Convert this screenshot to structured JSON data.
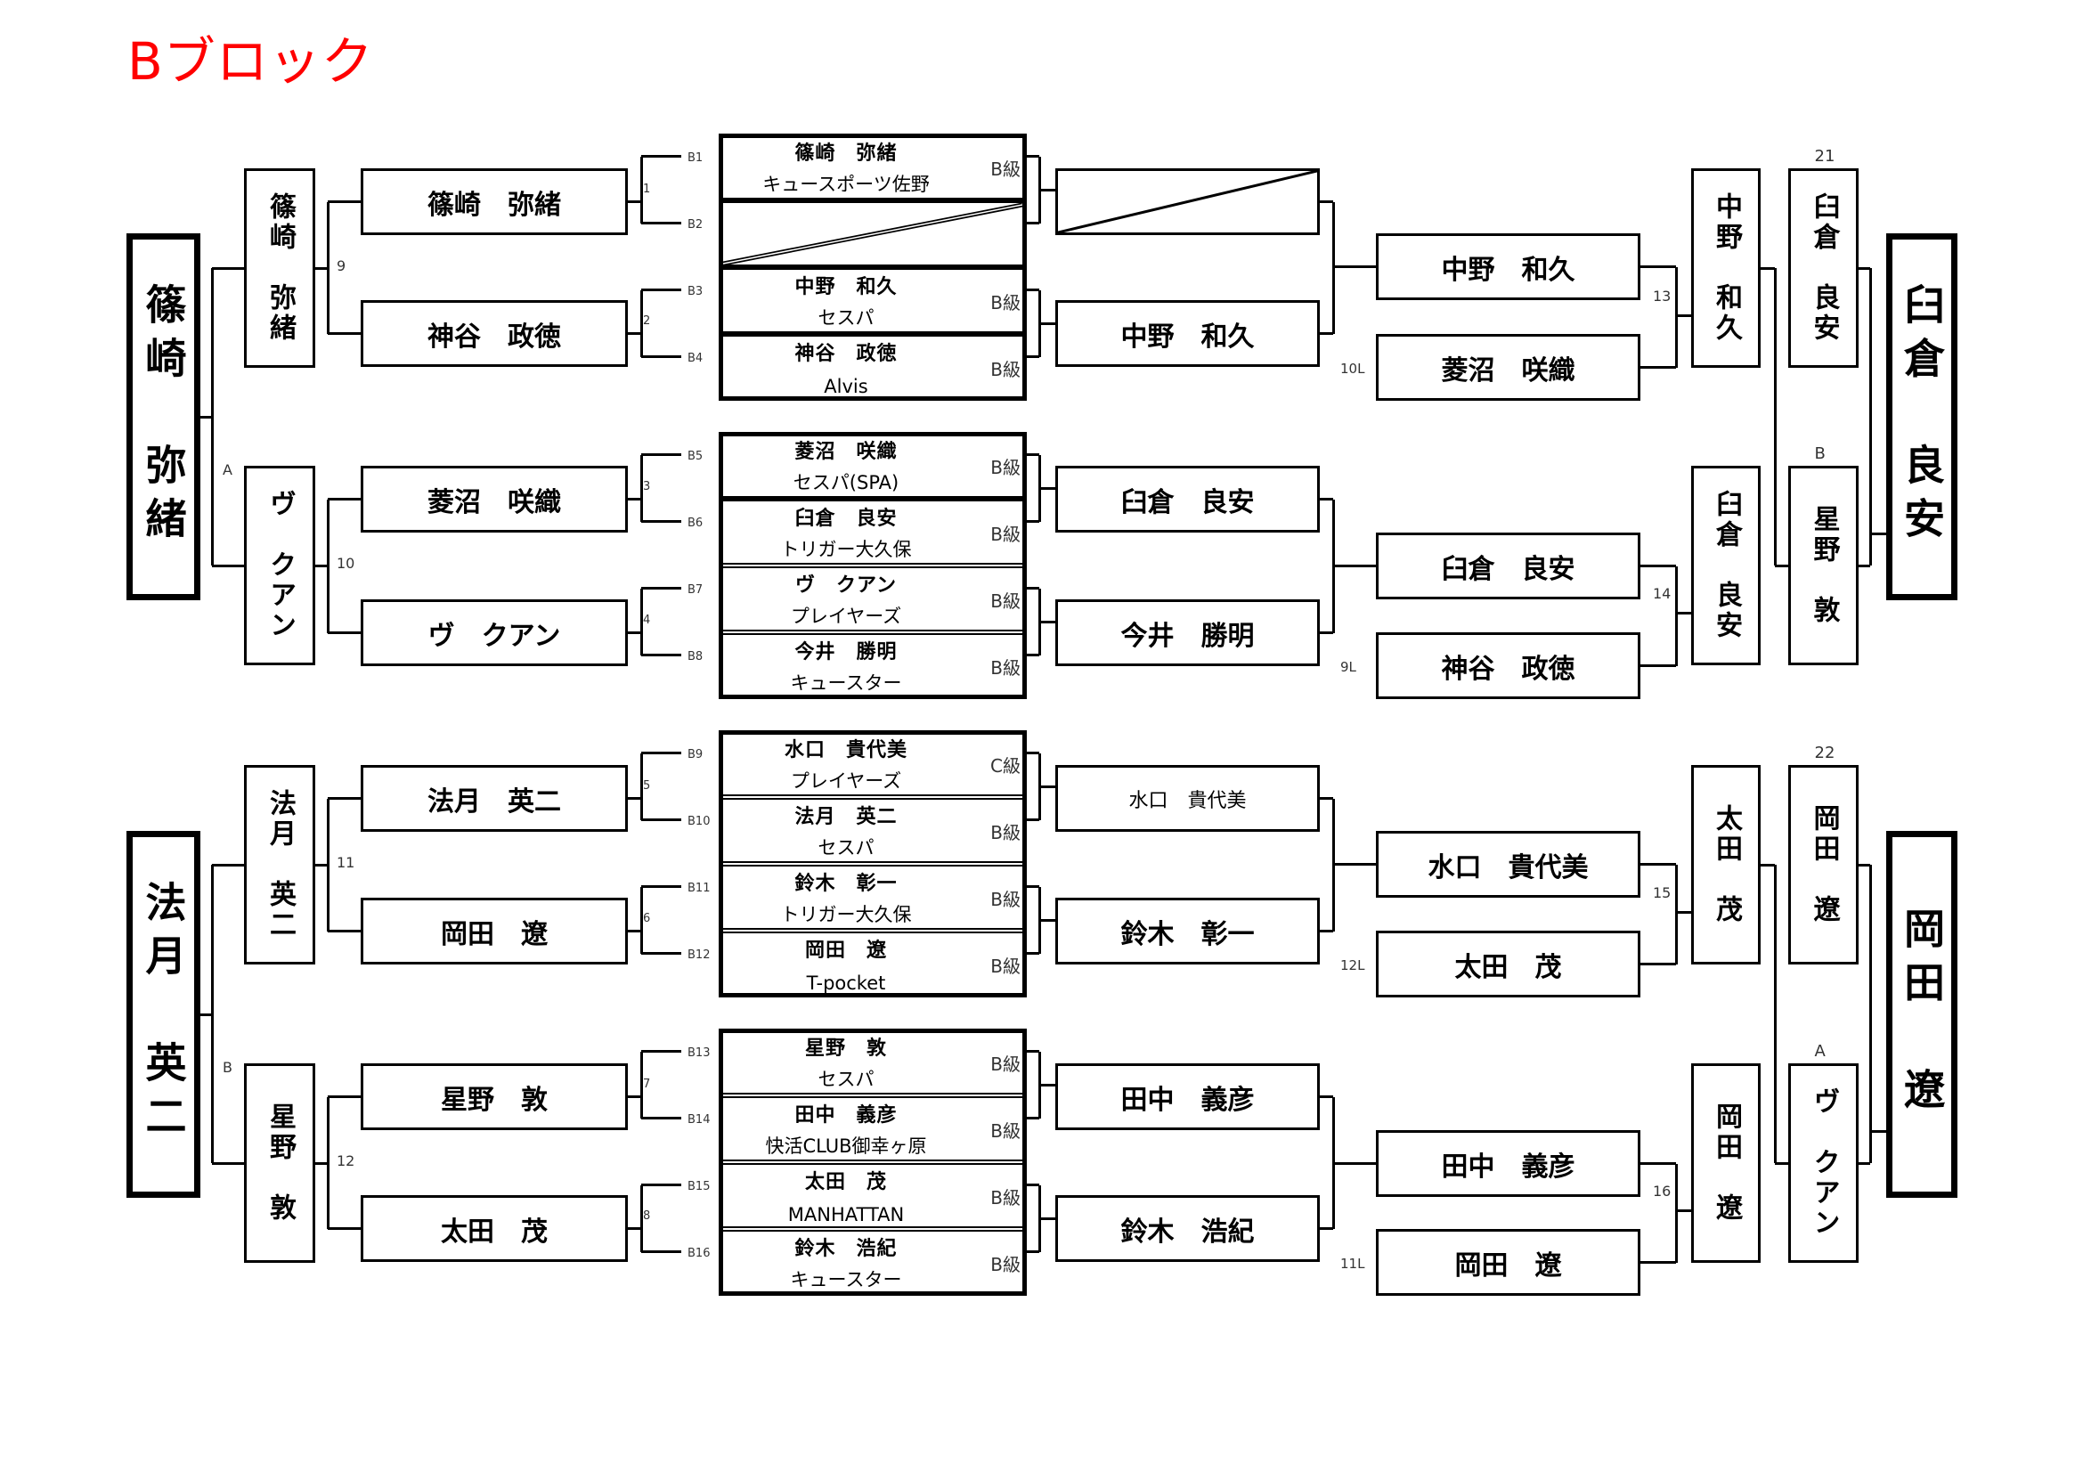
{
  "title": "Bブロック",
  "left_bracket": {
    "finalists": [
      {
        "name": "篠崎　弥緒",
        "label": "A"
      },
      {
        "name": "法月　英二",
        "label": "B"
      }
    ],
    "round2": [
      {
        "name": "篠崎　弥緒",
        "match": "9"
      },
      {
        "name": "ヴ　クアン",
        "match": "10"
      },
      {
        "name": "法月　英二",
        "match": "11"
      },
      {
        "name": "星野　敦",
        "match": "12"
      }
    ],
    "round1": [
      {
        "name": "篠崎　弥緒",
        "match": "1"
      },
      {
        "name": "神谷　政徳",
        "match": "2"
      },
      {
        "name": "菱沼　咲織",
        "match": "3"
      },
      {
        "name": "ヴ　クアン",
        "match": "4"
      },
      {
        "name": "法月　英二",
        "match": "5"
      },
      {
        "name": "岡田　遼",
        "match": "6"
      },
      {
        "name": "星野　敦",
        "match": "7"
      },
      {
        "name": "太田　茂",
        "match": "8"
      }
    ]
  },
  "entries": [
    {
      "seed": "B1",
      "name": "篠崎　弥緒",
      "club": "キュースポーツ佐野",
      "grade": "B級"
    },
    {
      "seed": "B2",
      "name": "",
      "club": "",
      "grade": "",
      "bye": true
    },
    {
      "seed": "B3",
      "name": "中野　和久",
      "club": "セスパ",
      "grade": "B級"
    },
    {
      "seed": "B4",
      "name": "神谷　政徳",
      "club": "Alvis",
      "grade": "B級"
    },
    {
      "seed": "B5",
      "name": "菱沼　咲織",
      "club": "セスパ(SPA)",
      "grade": "B級"
    },
    {
      "seed": "B6",
      "name": "臼倉　良安",
      "club": "トリガー大久保",
      "grade": "B級"
    },
    {
      "seed": "B7",
      "name": "ヴ　クアン",
      "club": "プレイヤーズ",
      "grade": "B級"
    },
    {
      "seed": "B8",
      "name": "今井　勝明",
      "club": "キュースター",
      "grade": "B級"
    },
    {
      "seed": "B9",
      "name": "水口　貴代美",
      "club": "プレイヤーズ",
      "grade": "C級"
    },
    {
      "seed": "B10",
      "name": "法月　英二",
      "club": "セスパ",
      "grade": "B級"
    },
    {
      "seed": "B11",
      "name": "鈴木　彰一",
      "club": "トリガー大久保",
      "grade": "B級"
    },
    {
      "seed": "B12",
      "name": "岡田　遼",
      "club": "T-pocket",
      "grade": "B級"
    },
    {
      "seed": "B13",
      "name": "星野　敦",
      "club": "セスパ",
      "grade": "B級"
    },
    {
      "seed": "B14",
      "name": "田中　義彦",
      "club": "快活CLUB御幸ヶ原",
      "grade": "B級"
    },
    {
      "seed": "B15",
      "name": "太田　茂",
      "club": "MANHATTAN",
      "grade": "B級"
    },
    {
      "seed": "B16",
      "name": "鈴木　浩紀",
      "club": "キュースター",
      "grade": "B級"
    }
  ],
  "right_bracket": {
    "round1_winners": [
      {
        "name": "",
        "bye": true
      },
      {
        "name": "中野　和久"
      },
      {
        "name": "臼倉　良安"
      },
      {
        "name": "今井　勝明"
      },
      {
        "name": "水口　貴代美"
      },
      {
        "name": "鈴木　彰一"
      },
      {
        "name": "田中　義彦"
      },
      {
        "name": "鈴木　浩紀"
      }
    ],
    "round2": [
      {
        "name": "中野　和久"
      },
      {
        "name": "菱沼　咲織",
        "label": "10L"
      },
      {
        "name": "臼倉　良安"
      },
      {
        "name": "神谷　政徳",
        "label": "9L"
      },
      {
        "name": "水口　貴代美"
      },
      {
        "name": "太田　茂",
        "label": "12L"
      },
      {
        "name": "田中　義彦"
      },
      {
        "name": "岡田　遼",
        "label": "11L"
      }
    ],
    "round3": [
      {
        "name": "中野　和久",
        "match": "13"
      },
      {
        "name": "臼倉　良安",
        "match": "14"
      },
      {
        "name": "太田　茂",
        "match": "15"
      },
      {
        "name": "岡田　遼",
        "match": "16"
      }
    ],
    "round4": [
      {
        "name": "臼倉　良安",
        "label": "21"
      },
      {
        "name": "星野　敦",
        "label": "B"
      },
      {
        "name": "岡田　遼",
        "label": "22"
      },
      {
        "name": "ヴ　クアン",
        "label": "A"
      }
    ],
    "finalists": [
      {
        "name": "臼倉　良安"
      },
      {
        "name": "岡田　遼"
      }
    ]
  }
}
